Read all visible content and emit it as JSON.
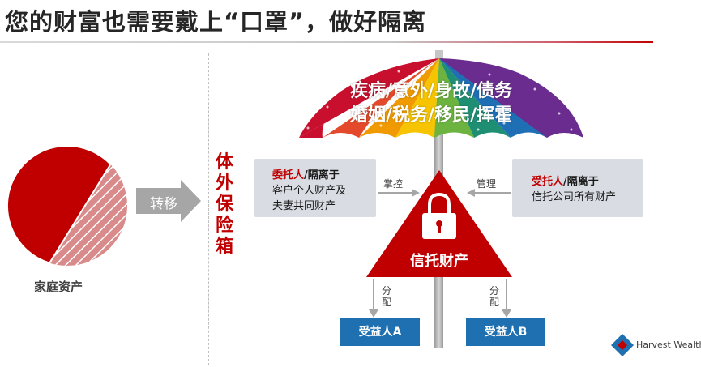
{
  "title": "您的财富也需要戴上“口罩”，做好隔离",
  "left": {
    "caption": "家庭资产",
    "arrow_label": "转移"
  },
  "vertical_label": "体外保险箱",
  "umbrella": {
    "line1": "疾病/意外/身故/债务",
    "line2": "婚姻/税务/移民/挥霍"
  },
  "settlor_box": {
    "role": "委托人",
    "tail": "/隔离于",
    "line2": "客户个人财产及",
    "line3": "夫妻共同财产"
  },
  "trustee_box": {
    "role": "受托人",
    "tail": "/隔离于",
    "line2": "信托公司所有财产"
  },
  "control_label": "掌控",
  "manage_label": "管理",
  "trust_property": "信托财产",
  "distribute_label_left": "分配",
  "distribute_label_right": "分配",
  "beneficiary_a": "受益人A",
  "beneficiary_b": "受益人B",
  "logo_text": "Harvest Wealth",
  "colors": {
    "red": "#c00000",
    "blue": "#1f70b0",
    "gray_arrow": "#a6a6a6",
    "box_gray": "#d9dde3"
  }
}
